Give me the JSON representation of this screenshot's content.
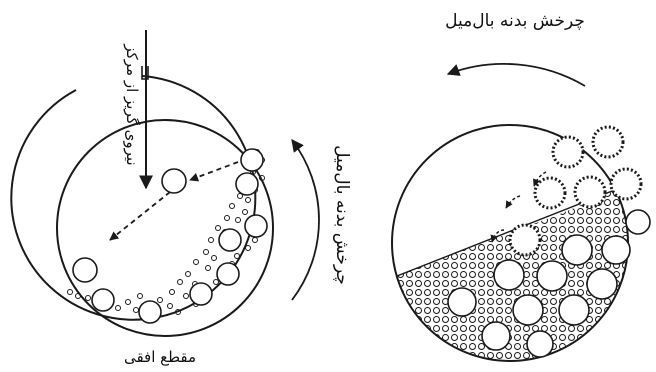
{
  "labels": {
    "centrifugal_force": "نیروی گریز از مرکز",
    "rotation_left": "چرخش بدنه بال‌میل",
    "rotation_right": "چرخش بدنه بال‌میل",
    "cross_section": "مقطع افقی"
  },
  "colors": {
    "stroke": "#1a1a1a",
    "background": "#ffffff"
  }
}
